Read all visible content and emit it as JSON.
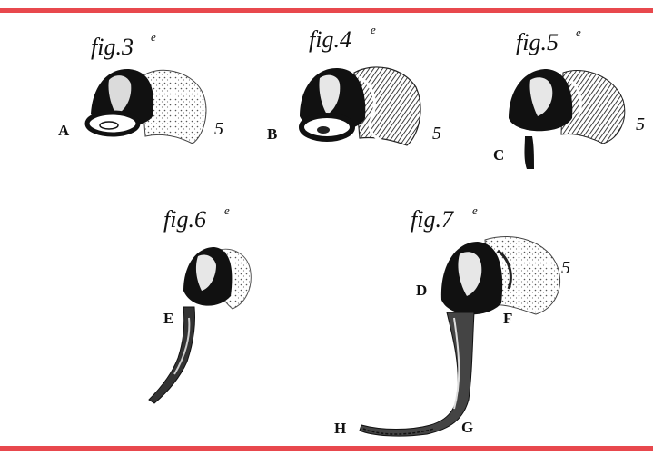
{
  "colors": {
    "rule": "#e8484d",
    "ink": "#111111",
    "paper": "#ffffff"
  },
  "figures": [
    {
      "caption": "fig.3",
      "suffix": "e",
      "letters": [
        "A"
      ],
      "number": "5"
    },
    {
      "caption": "fig.4",
      "suffix": "e",
      "letters": [
        "B"
      ],
      "number": "5"
    },
    {
      "caption": "fig.5",
      "suffix": "e",
      "letters": [
        "C"
      ],
      "number": "5"
    },
    {
      "caption": "fig.6",
      "suffix": "e",
      "letters": [
        "E"
      ],
      "number": ""
    },
    {
      "caption": "fig.7",
      "suffix": "e",
      "letters": [
        "D",
        "F",
        "H",
        "G"
      ],
      "number": "5"
    }
  ]
}
